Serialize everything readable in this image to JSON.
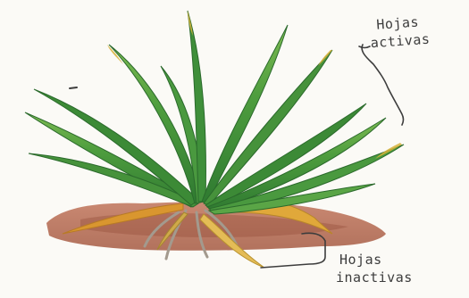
{
  "diagram": {
    "labels": {
      "active": {
        "line1": "Hojas",
        "line2": "activas"
      },
      "inactive": {
        "line1": "Hojas",
        "line2": "inactivas"
      }
    },
    "colors": {
      "background": "#fbfaf6",
      "soil": "#b5654b",
      "soil_dark": "#8e4735",
      "leaf_green": "#3f8f3a",
      "leaf_green_light": "#7dbb52",
      "leaf_yellow": "#d6b23a",
      "leaf_orange": "#d9962f",
      "root": "#a39a8e",
      "ink": "#3d3d3d"
    }
  }
}
